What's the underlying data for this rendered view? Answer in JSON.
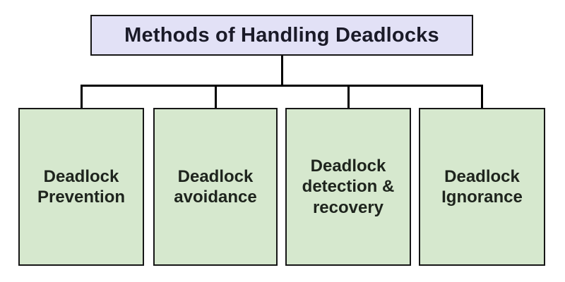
{
  "diagram": {
    "title": "Methods of Handling Deadlocks",
    "children": [
      {
        "label": "Deadlock Prevention"
      },
      {
        "label": "Deadlock avoidance"
      },
      {
        "label": "Deadlock detection & recovery"
      },
      {
        "label": "Deadlock Ignorance"
      }
    ],
    "colors": {
      "title_bg": "#e2e1f6",
      "child_bg": "#d6e8ce",
      "box_border": "#161616",
      "connector": "#000000",
      "title_text": "#1a1a28",
      "child_text": "#1e241d",
      "canvas_bg": "#ffffff"
    }
  }
}
